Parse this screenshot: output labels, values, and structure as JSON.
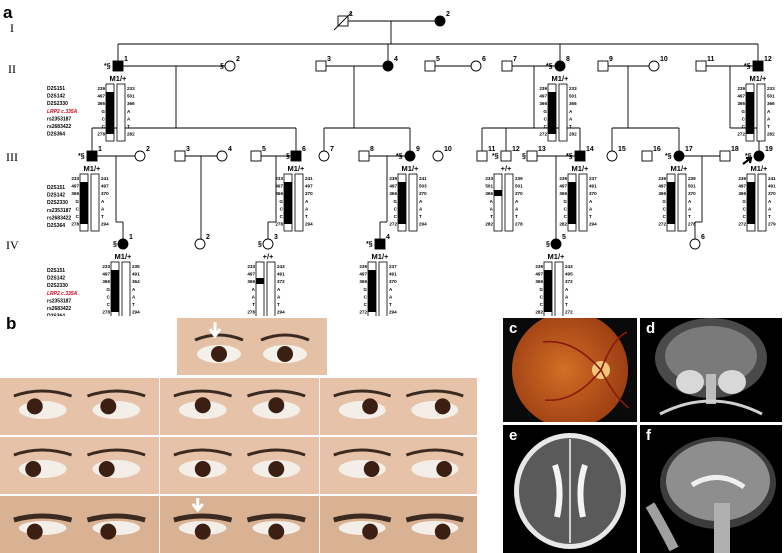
{
  "panels": {
    "a": "a",
    "b": "b",
    "c": "c",
    "d": "d",
    "e": "e",
    "f": "f"
  },
  "generations": [
    "I",
    "II",
    "III",
    "IV"
  ],
  "marker_names": [
    "D2S151",
    "D2S142",
    "D2S2330",
    "LRP2 c.335A",
    "rs2353187",
    "rs2683422",
    "D2S364"
  ],
  "marker_names_alt": [
    "D2S151",
    "D2S142",
    "D2S2330",
    "rs2353187",
    "rs2683422",
    "D2S364"
  ],
  "individuals": [
    {
      "id": "I-1",
      "num": "1",
      "sex": "m",
      "affected": false,
      "deceased": true
    },
    {
      "id": "I-2",
      "num": "2",
      "sex": "f",
      "affected": true
    },
    {
      "id": "II-1",
      "num": "1",
      "sex": "m",
      "affected": true,
      "flag": "*§",
      "genotype": "M1/+",
      "left": [
        "239",
        "497",
        "366",
        "G",
        "C",
        "C",
        "278"
      ],
      "right": [
        "233",
        "501",
        "366",
        "A",
        "A",
        "T",
        "282"
      ]
    },
    {
      "id": "II-2",
      "num": "2",
      "sex": "f",
      "affected": false,
      "flag": "§"
    },
    {
      "id": "II-3",
      "num": "3",
      "sex": "m",
      "affected": false
    },
    {
      "id": "II-4",
      "num": "4",
      "sex": "f",
      "affected": true
    },
    {
      "id": "II-5",
      "num": "5",
      "sex": "m",
      "affected": false
    },
    {
      "id": "II-6",
      "num": "6",
      "sex": "f",
      "affected": false
    },
    {
      "id": "II-7",
      "num": "7",
      "sex": "m",
      "affected": false
    },
    {
      "id": "II-8",
      "num": "8",
      "sex": "f",
      "affected": true,
      "flag": "*§",
      "genotype": "M1/+",
      "left": [
        "239",
        "497",
        "366",
        "G",
        "C",
        "C",
        "272"
      ],
      "right": [
        "233",
        "501",
        "366",
        "A",
        "A",
        "T",
        "282"
      ]
    },
    {
      "id": "II-9",
      "num": "9",
      "sex": "m",
      "affected": false
    },
    {
      "id": "II-10",
      "num": "10",
      "sex": "f",
      "affected": false
    },
    {
      "id": "II-11",
      "num": "11",
      "sex": "m",
      "affected": false
    },
    {
      "id": "II-12",
      "num": "12",
      "sex": "m",
      "affected": true,
      "flag": "*§",
      "genotype": "M1/+",
      "left": [
        "239",
        "497",
        "366",
        "G",
        "C",
        "C",
        "272"
      ],
      "right": [
        "233",
        "501",
        "366",
        "A",
        "A",
        "T",
        "282"
      ]
    },
    {
      "id": "III-1",
      "num": "1",
      "sex": "m",
      "affected": true,
      "flag": "*§",
      "genotype": "M1/+",
      "left": [
        "233",
        "497",
        "366",
        "G",
        "C",
        "C",
        "278"
      ],
      "right": [
        "241",
        "497",
        "370",
        "A",
        "A",
        "T",
        "294"
      ]
    },
    {
      "id": "III-2",
      "num": "2",
      "sex": "f",
      "affected": false
    },
    {
      "id": "III-3",
      "num": "3",
      "sex": "m",
      "affected": false
    },
    {
      "id": "III-4",
      "num": "4",
      "sex": "f",
      "affected": false
    },
    {
      "id": "III-5",
      "num": "5",
      "sex": "m",
      "affected": false
    },
    {
      "id": "III-6",
      "num": "6",
      "sex": "m",
      "affected": true,
      "flag": "§",
      "genotype": "M1/+",
      "left": [
        "233",
        "497",
        "366",
        "G",
        "C",
        "C",
        "278"
      ],
      "right": [
        "241",
        "497",
        "370",
        "A",
        "A",
        "T",
        "294"
      ]
    },
    {
      "id": "III-7",
      "num": "7",
      "sex": "f",
      "affected": false
    },
    {
      "id": "III-8",
      "num": "8",
      "sex": "m",
      "affected": false
    },
    {
      "id": "III-9",
      "num": "9",
      "sex": "f",
      "affected": true,
      "flag": "*§",
      "genotype": "M1/+",
      "left": [
        "239",
        "497",
        "366",
        "G",
        "C",
        "C",
        "272"
      ],
      "right": [
        "241",
        "503",
        "370",
        "A",
        "A",
        "T",
        "294"
      ]
    },
    {
      "id": "III-10",
      "num": "10",
      "sex": "f",
      "affected": false
    },
    {
      "id": "III-11",
      "num": "11",
      "sex": "m",
      "affected": false
    },
    {
      "id": "III-12",
      "num": "12",
      "sex": "m",
      "affected": false,
      "flag": "*§",
      "genotype": "+/+",
      "left": [
        "233",
        "501",
        "366",
        "A",
        "A",
        "T",
        "282"
      ],
      "right": [
        "239",
        "501",
        "370",
        "A",
        "A",
        "T",
        "278"
      ]
    },
    {
      "id": "III-13",
      "num": "13",
      "sex": "m",
      "affected": false,
      "flag": "§"
    },
    {
      "id": "III-14",
      "num": "14",
      "sex": "m",
      "affected": true,
      "flag": "*§",
      "genotype": "M1/+",
      "left": [
        "239",
        "497",
        "366",
        "G",
        "C",
        "C",
        "282"
      ],
      "right": [
        "237",
        "491",
        "370",
        "A",
        "A",
        "T",
        "294"
      ]
    },
    {
      "id": "III-15",
      "num": "15",
      "sex": "f",
      "affected": false
    },
    {
      "id": "III-16",
      "num": "16",
      "sex": "m",
      "affected": false
    },
    {
      "id": "III-17",
      "num": "17",
      "sex": "f",
      "affected": true,
      "flag": "*§",
      "genotype": "M1/+",
      "left": [
        "239",
        "497",
        "366",
        "G",
        "C",
        "C",
        "272"
      ],
      "right": [
        "239",
        "501",
        "370",
        "A",
        "A",
        "T",
        "278"
      ]
    },
    {
      "id": "III-18",
      "num": "18",
      "sex": "m",
      "affected": false
    },
    {
      "id": "III-19",
      "num": "19",
      "sex": "f",
      "affected": true,
      "flag": "*§",
      "proband": true,
      "genotype": "M1/+",
      "left": [
        "239",
        "497",
        "366",
        "G",
        "C",
        "C",
        "272"
      ],
      "right": [
        "241",
        "491",
        "370",
        "A",
        "A",
        "T",
        "279"
      ]
    },
    {
      "id": "IV-1",
      "num": "1",
      "sex": "f",
      "affected": true,
      "flag": "§",
      "genotype": "M1/+",
      "left": [
        "233",
        "497",
        "366",
        "G",
        "C",
        "C",
        "278"
      ],
      "right": [
        "235",
        "491",
        "364",
        "A",
        "A",
        "T",
        "294"
      ]
    },
    {
      "id": "IV-2",
      "num": "2",
      "sex": "f",
      "affected": false
    },
    {
      "id": "IV-3",
      "num": "3",
      "sex": "f",
      "affected": false,
      "flag": "§",
      "genotype": "+/+",
      "left": [
        "233",
        "497",
        "366",
        "A",
        "A",
        "T",
        "278"
      ],
      "right": [
        "243",
        "491",
        "372",
        "A",
        "A",
        "T",
        "294"
      ]
    },
    {
      "id": "IV-4",
      "num": "4",
      "sex": "m",
      "affected": true,
      "flag": "*§",
      "genotype": "M1/+",
      "left": [
        "239",
        "497",
        "366",
        "G",
        "C",
        "C",
        "272"
      ],
      "right": [
        "237",
        "491",
        "370",
        "A",
        "A",
        "T",
        "294"
      ]
    },
    {
      "id": "IV-5",
      "num": "5",
      "sex": "f",
      "affected": true,
      "flag": "§",
      "genotype": "M1/+",
      "left": [
        "239",
        "497",
        "366",
        "G",
        "C",
        "C",
        "282"
      ],
      "right": [
        "243",
        "495",
        "372",
        "A",
        "A",
        "T",
        "272"
      ]
    },
    {
      "id": "IV-6",
      "num": "6",
      "sex": "f",
      "affected": false
    }
  ],
  "colors": {
    "lrp2": "#d0021b",
    "ink": "#000000",
    "skin": "#e6c3a8",
    "fundus": "#c9561b"
  }
}
